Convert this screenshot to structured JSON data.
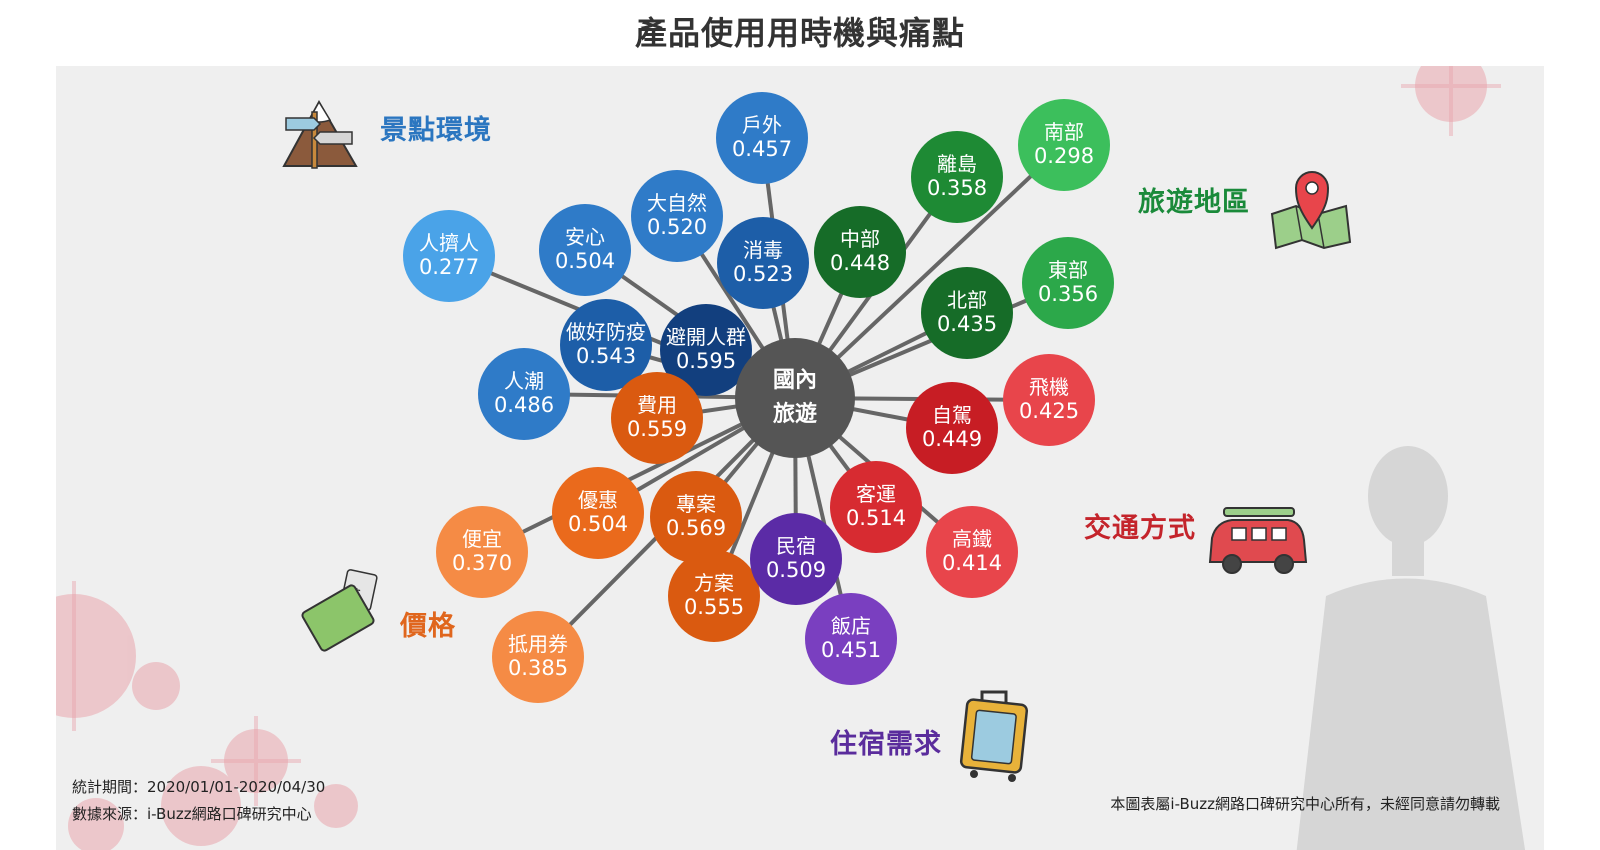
{
  "title": "產品使用用時機與痛點",
  "center": {
    "line1": "國內",
    "line2": "旅遊",
    "color": "#555555"
  },
  "categories": [
    {
      "id": "scenic",
      "label": "景點環境",
      "color": "#2b76c0",
      "icon": "mountain-signpost-icon"
    },
    {
      "id": "region",
      "label": "旅遊地區",
      "color": "#1a8a3a",
      "icon": "map-pin-icon"
    },
    {
      "id": "transport",
      "label": "交通方式",
      "color": "#c4242b",
      "icon": "car-icon"
    },
    {
      "id": "price",
      "label": "價格",
      "color": "#e0661d",
      "icon": "money-wallet-icon"
    },
    {
      "id": "lodging",
      "label": "住宿需求",
      "color": "#5a2c9c",
      "icon": "suitcase-icon"
    }
  ],
  "nodes": [
    {
      "id": "huwai",
      "label": "戶外",
      "value": "0.457",
      "color": "#2f7bc8"
    },
    {
      "id": "daziran",
      "label": "大自然",
      "value": "0.520",
      "color": "#2f7bc8"
    },
    {
      "id": "anxin",
      "label": "安心",
      "value": "0.504",
      "color": "#2f7bc8"
    },
    {
      "id": "xiaodu",
      "label": "消毒",
      "value": "0.523",
      "color": "#1d5ea8"
    },
    {
      "id": "renjiren",
      "label": "人擠人",
      "value": "0.277",
      "color": "#4aa3e8"
    },
    {
      "id": "fangyi",
      "label": "做好防疫",
      "value": "0.543",
      "color": "#1d5ea8"
    },
    {
      "id": "bikai",
      "label": "避開人群",
      "value": "0.595",
      "color": "#123f7e"
    },
    {
      "id": "renchao",
      "label": "人潮",
      "value": "0.486",
      "color": "#2f7bc8"
    },
    {
      "id": "lidao",
      "label": "離島",
      "value": "0.358",
      "color": "#1e8a34"
    },
    {
      "id": "nanbu",
      "label": "南部",
      "value": "0.298",
      "color": "#3cbf5c"
    },
    {
      "id": "zhongbu",
      "label": "中部",
      "value": "0.448",
      "color": "#166c28"
    },
    {
      "id": "dongbu",
      "label": "東部",
      "value": "0.356",
      "color": "#2ca84a"
    },
    {
      "id": "beibu",
      "label": "北部",
      "value": "0.435",
      "color": "#166c28"
    },
    {
      "id": "feiji",
      "label": "飛機",
      "value": "0.425",
      "color": "#e8454b"
    },
    {
      "id": "zijia",
      "label": "自駕",
      "value": "0.449",
      "color": "#c71d24"
    },
    {
      "id": "keyun",
      "label": "客運",
      "value": "0.514",
      "color": "#d72b31"
    },
    {
      "id": "gaotie",
      "label": "高鐵",
      "value": "0.414",
      "color": "#e8454b"
    },
    {
      "id": "feiyong",
      "label": "費用",
      "value": "0.559",
      "color": "#da5a10"
    },
    {
      "id": "youhui",
      "label": "優惠",
      "value": "0.504",
      "color": "#ea6a1c"
    },
    {
      "id": "zhuanan",
      "label": "專案",
      "value": "0.569",
      "color": "#da5a10"
    },
    {
      "id": "pianyi",
      "label": "便宜",
      "value": "0.370",
      "color": "#f58b45"
    },
    {
      "id": "fangan",
      "label": "方案",
      "value": "0.555",
      "color": "#da5a10"
    },
    {
      "id": "diyongquan",
      "label": "抵用券",
      "value": "0.385",
      "color": "#f58b45"
    },
    {
      "id": "minsu",
      "label": "民宿",
      "value": "0.509",
      "color": "#5b2ba6"
    },
    {
      "id": "fandian",
      "label": "飯店",
      "value": "0.451",
      "color": "#7a3fc0"
    }
  ],
  "footer": {
    "period": "統計期間：2020/01/01-2020/04/30",
    "source": "數據來源：i-Buzz網路口碑研究中心",
    "copyright": "本圖表屬i-Buzz網路口碑研究中心所有，未經同意請勿轉載"
  }
}
